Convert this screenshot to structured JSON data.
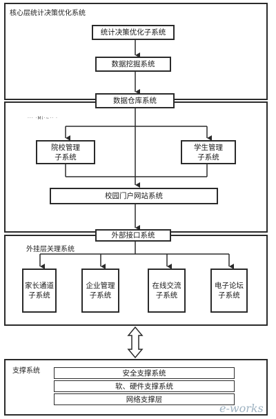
{
  "core_layer": {
    "title": "核心层统计决策优化系统",
    "stat_subsystem": "统计决策优化子系统",
    "mining": "数据挖掘系统"
  },
  "warehouse": "数据仓库系统",
  "middle_layer": {
    "small_mark": "··· ·Mi·~·· ·",
    "college": "院校管理\n子系统",
    "student": "学生管理\n子系统",
    "portal": "校园门户网站系统"
  },
  "interface": "外部接口系统",
  "external_layer": {
    "title": "外挂层关理系统",
    "modules": [
      "家长通道\n子系统",
      "企业管理\n子系统",
      "在线交流\n子系统",
      "电子论坛\n子系统"
    ]
  },
  "support_layer": {
    "title": "支撑系统",
    "rows": [
      "安全支撑系统",
      "软、硬件支撑系统",
      "网络支撑层"
    ]
  },
  "watermark": "e-works"
}
